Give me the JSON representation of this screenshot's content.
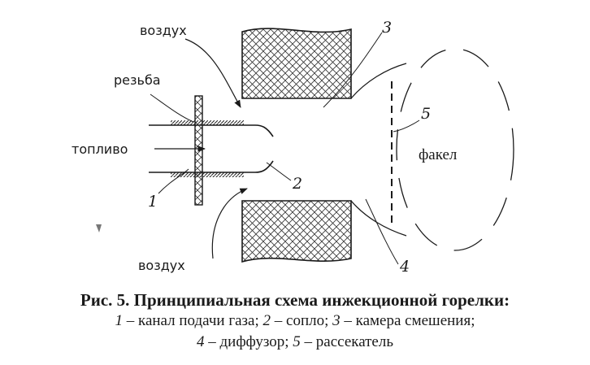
{
  "labels": {
    "air_top": "воздух",
    "air_bottom": "воздух",
    "thread": "резьба",
    "fuel": "топливо",
    "flame": "факел",
    "n1": "1",
    "n2": "2",
    "n3": "3",
    "n4": "4",
    "n5": "5"
  },
  "caption": {
    "title": "Рис. 5. Принципиальная схема инжекционной горелки:",
    "line2": [
      {
        "num": "1",
        "text": " – канал подачи газа; "
      },
      {
        "num": "2",
        "text": " – сопло; "
      },
      {
        "num": "3",
        "text": " – камера смешения;"
      }
    ],
    "line3": [
      {
        "num": "4",
        "text": " – диффузор; "
      },
      {
        "num": "5",
        "text": " – рассекатель"
      }
    ]
  }
}
